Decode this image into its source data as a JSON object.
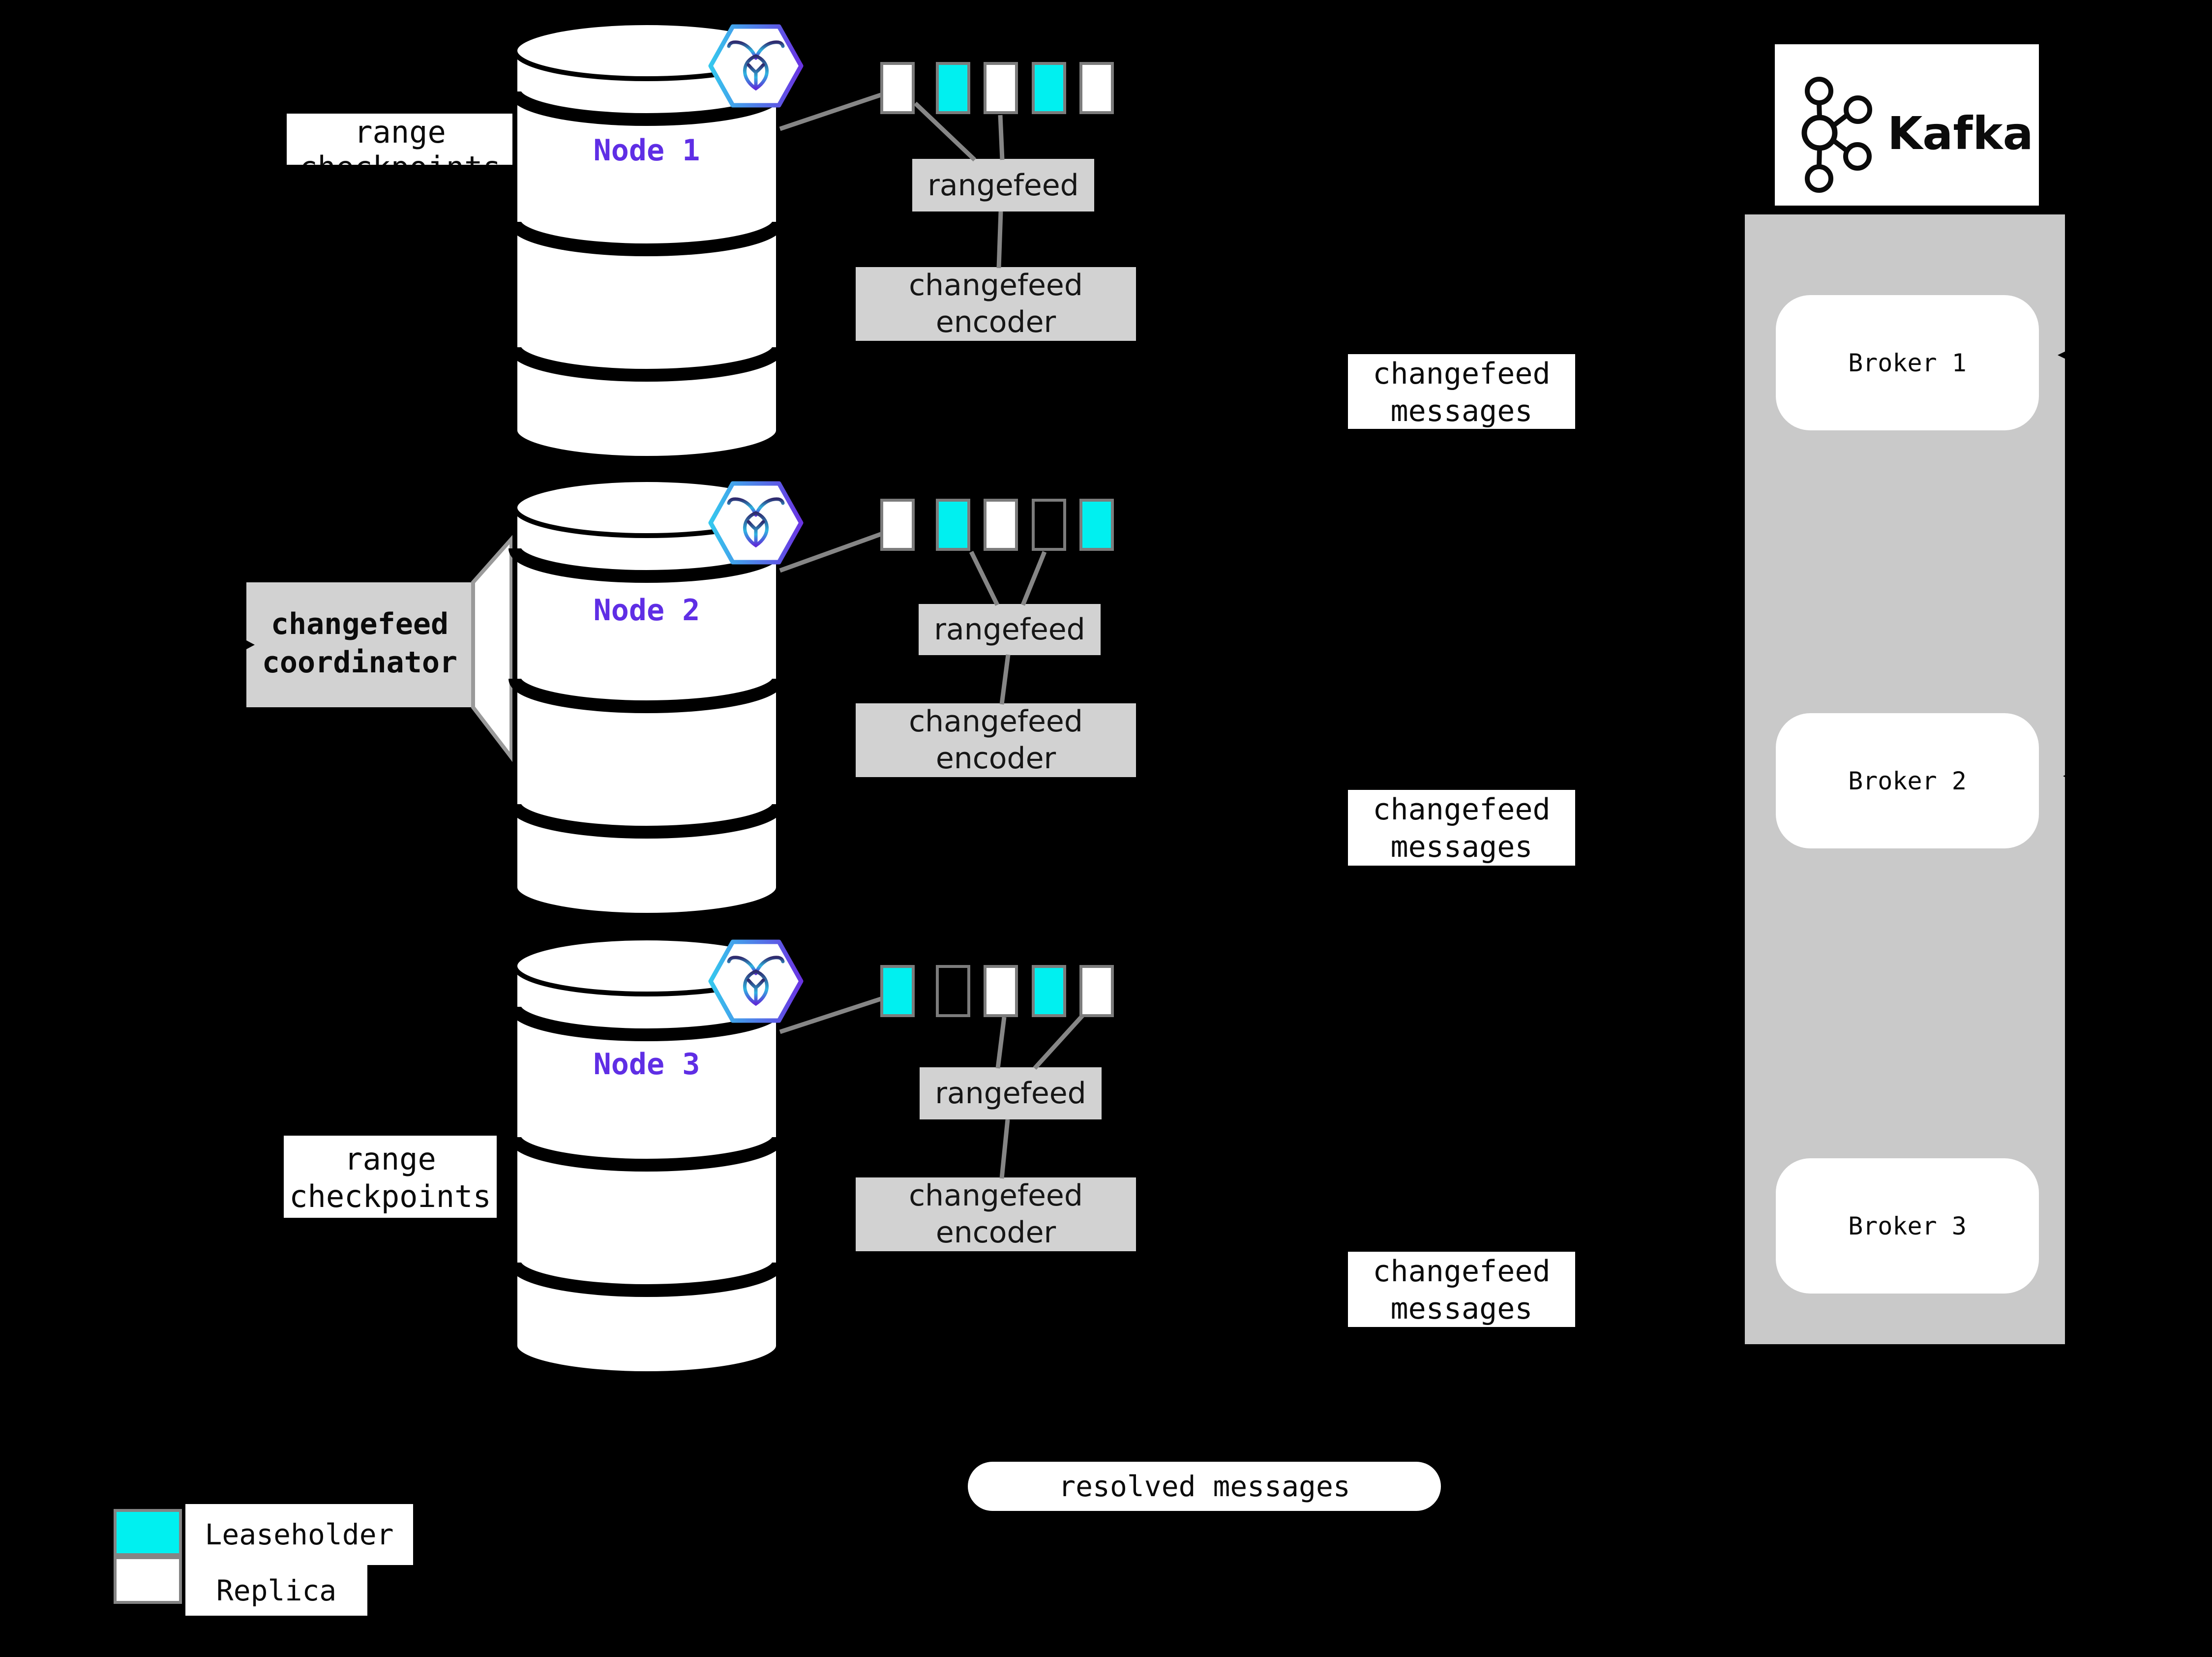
{
  "colors": {
    "leaseholder": "#00f0f0",
    "replica": "#ffffff",
    "node-label": "#5f2ee5",
    "panel": "#c9c9c9",
    "box": "#d2d2d2",
    "connector": "#868686"
  },
  "range_checkpoints": {
    "line1": "range",
    "line2": "checkpoints"
  },
  "coordinator": {
    "line1": "changefeed",
    "line2": "coordinator"
  },
  "resolved_messages": {
    "label": "resolved messages"
  },
  "kafka": {
    "wordmark": "Kafka",
    "brokers": [
      {
        "label": "Broker 1"
      },
      {
        "label": "Broker 2"
      },
      {
        "label": "Broker 3"
      }
    ]
  },
  "nodes": [
    {
      "label": "Node 1",
      "ranges": [
        "replica",
        "leaseholder",
        "replica",
        "leaseholder",
        "replica"
      ],
      "rangefeed_label": "rangefeed",
      "encoder": {
        "line1": "changefeed",
        "line2": "encoder"
      },
      "messages": {
        "line1": "changefeed",
        "line2": "messages"
      }
    },
    {
      "label": "Node 2",
      "ranges": [
        "replica",
        "leaseholder",
        "replica",
        "none",
        "leaseholder"
      ],
      "rangefeed_label": "rangefeed",
      "encoder": {
        "line1": "changefeed",
        "line2": "encoder"
      },
      "messages": {
        "line1": "changefeed",
        "line2": "messages"
      }
    },
    {
      "label": "Node 3",
      "ranges": [
        "leaseholder",
        "none",
        "replica",
        "leaseholder",
        "replica"
      ],
      "rangefeed_label": "rangefeed",
      "encoder": {
        "line1": "changefeed",
        "line2": "encoder"
      },
      "messages": {
        "line1": "changefeed",
        "line2": "messages"
      }
    }
  ],
  "legend": {
    "items": [
      {
        "kind": "leaseholder",
        "label": "Leaseholder"
      },
      {
        "kind": "replica",
        "label": "Replica"
      }
    ]
  }
}
